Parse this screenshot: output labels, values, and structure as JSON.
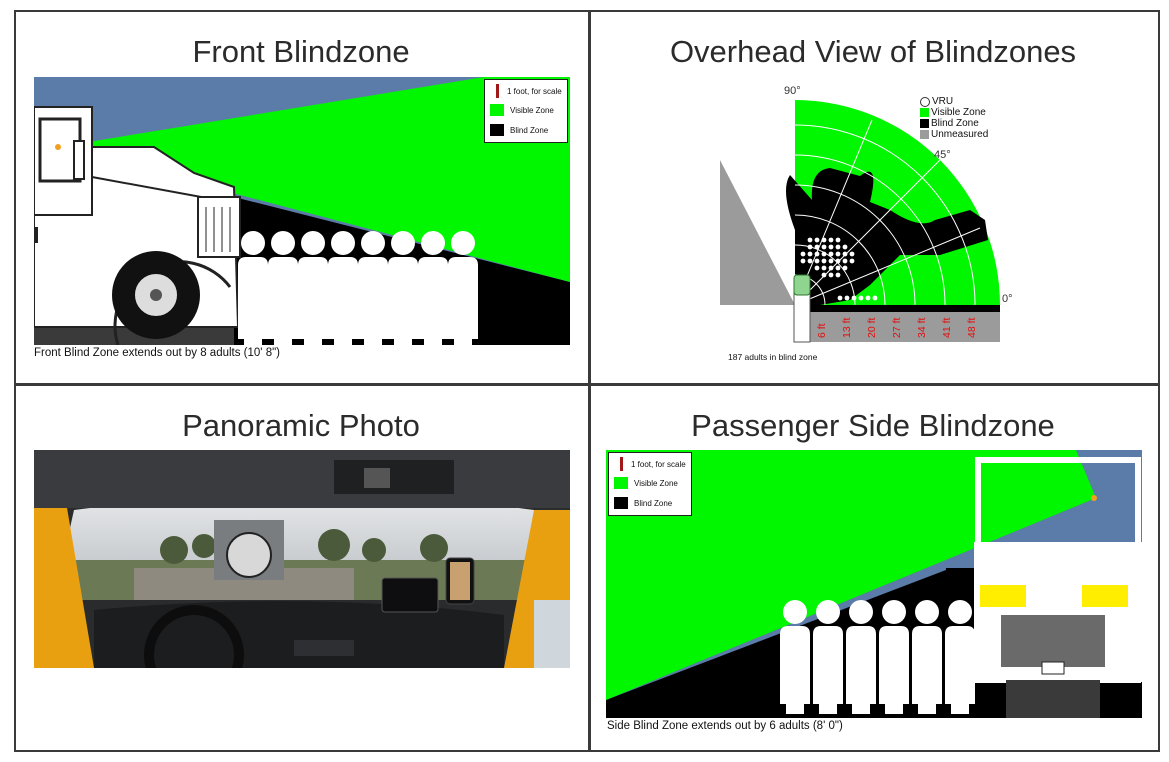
{
  "panels": {
    "front": {
      "title": "Front Blindzone",
      "caption": "Front Blind Zone extends out by 8 adults (10' 8\")",
      "adult_count": 8
    },
    "overhead": {
      "title": "Overhead View of Blindzones",
      "caption": "187 adults in blind zone",
      "angle_90": "90°",
      "angle_45": "45°",
      "angle_0": "0°",
      "distance_labels": [
        "6 ft",
        "13 ft",
        "20 ft",
        "27 ft",
        "34 ft",
        "41 ft",
        "48 ft"
      ]
    },
    "photo": {
      "title": "Panoramic Photo"
    },
    "side": {
      "title": "Passenger Side Blindzone",
      "caption": "Side Blind Zone extends out by 6 adults (8' 0\")",
      "adult_count": 6
    }
  },
  "legend": {
    "scale": "1 foot, for scale",
    "visible": "Visible Zone",
    "blind": "Blind Zone"
  },
  "overhead_legend": {
    "vru": "VRU",
    "visible": "Visible Zone",
    "blind": "Blind Zone",
    "unmeasured": "Unmeasured"
  },
  "colors": {
    "visible_zone": "#00f700",
    "blind_zone": "#000000",
    "unmeasured": "#9b9b9b",
    "sky": "#5b7ba8",
    "scale_bar": "#a01818",
    "distance_label": "#e01010",
    "headlight": "#ffee00"
  }
}
